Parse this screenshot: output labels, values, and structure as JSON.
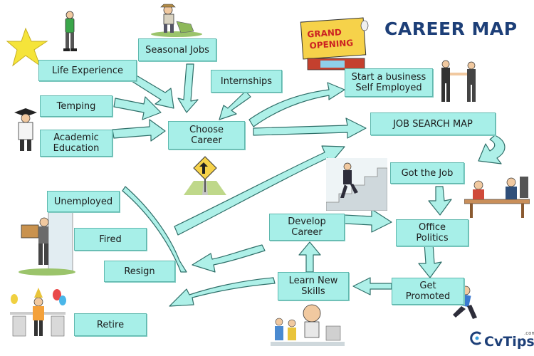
{
  "title": "CAREER MAP",
  "sign": {
    "line1": "GRAND",
    "line2": "OPENING"
  },
  "logo": {
    "brand_c": "Cv",
    "brand_t": "Tips",
    "domain": ".com"
  },
  "boxes": {
    "life_experience": "Life Experience",
    "seasonal_jobs": "Seasonal Jobs",
    "internships": "Internships",
    "temping": "Temping",
    "academic_line1": "Academic",
    "academic_line2": "Education",
    "choose_line1": "Choose",
    "choose_line2": "Career",
    "start_line1": "Start a business",
    "start_line2": "Self Employed",
    "job_search_map": "JOB SEARCH MAP",
    "got_the_job": "Got the Job",
    "unemployed": "Unemployed",
    "fired": "Fired",
    "resign": "Resign",
    "retire": "Retire",
    "develop_line1": "Develop",
    "develop_line2": "Career",
    "office_line1": "Office",
    "office_line2": "Politics",
    "learn_line1": "Learn New",
    "learn_line2": "Skills",
    "promoted_line1": "Get",
    "promoted_line2": "Promoted"
  },
  "colors": {
    "box_fill": "#a7efe8",
    "arrow_fill": "#aef0e8",
    "arrow_stroke": "#2f6f69",
    "title": "#1d3f78"
  }
}
